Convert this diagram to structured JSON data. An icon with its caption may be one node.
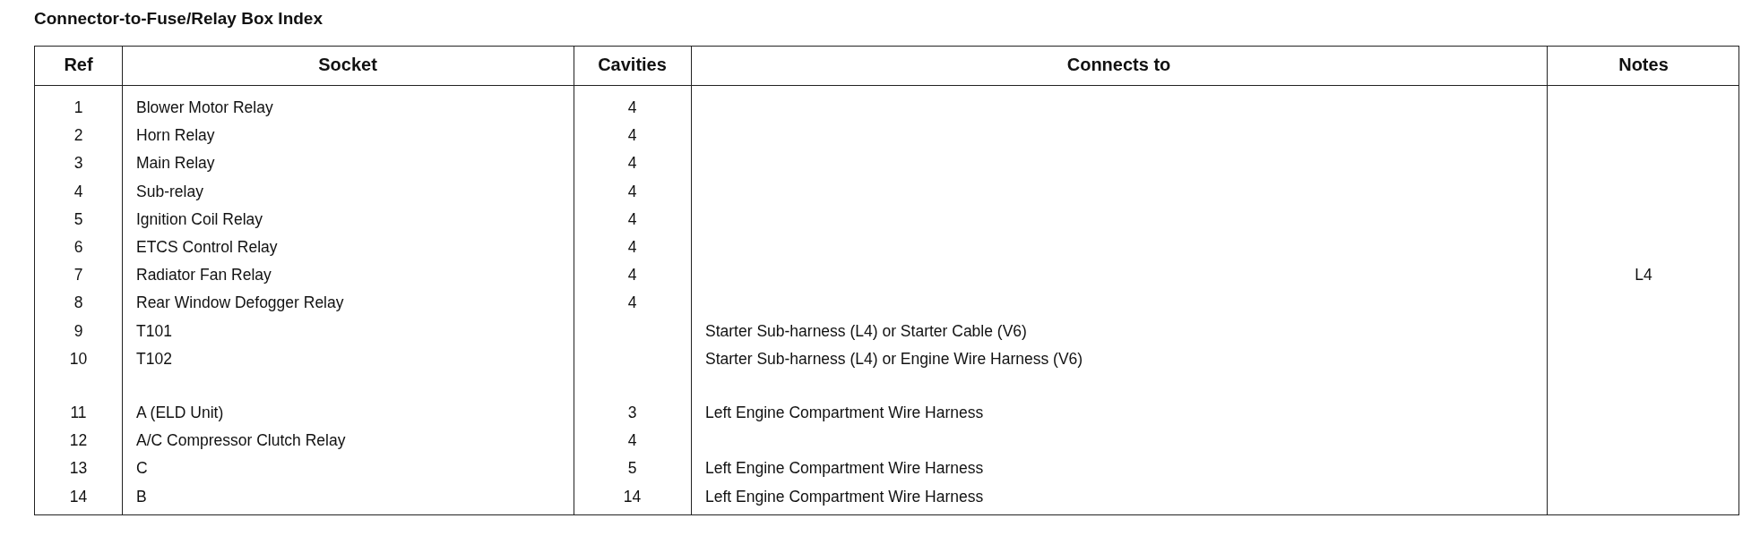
{
  "diagram": {
    "title": "Connector-to-Fuse/Relay Box Index",
    "labels": [
      "Ref",
      "Socket",
      "Cavities",
      "Connects to",
      "Notes",
      "1",
      "Blower Motor Relay",
      "4",
      "2",
      "Horn Relay",
      "4",
      "3",
      "Main Relay",
      "4",
      "4",
      "Sub-relay",
      "4",
      "5",
      "Ignition Coil Relay",
      "4",
      "6",
      "ETCS Control Relay",
      "4",
      "7",
      "Radiator Fan Relay",
      "4",
      "L4",
      "8",
      "Rear Window Defogger Relay",
      "4",
      "9",
      "T101",
      "Starter Sub-harness (L4) or Starter Cable (V6)",
      "10",
      "T102",
      "Starter Sub-harness (L4) or Engine Wire Harness (V6)",
      "11",
      "A (ELD Unit)",
      "3",
      "Left Engine Compartment Wire Harness",
      "12",
      "A/C Compressor Clutch Relay",
      "4",
      "13",
      "C",
      "5",
      "Left Engine Compartment Wire Harness",
      "14",
      "B",
      "14",
      "Left Engine Compartment Wire Harness"
    ]
  }
}
